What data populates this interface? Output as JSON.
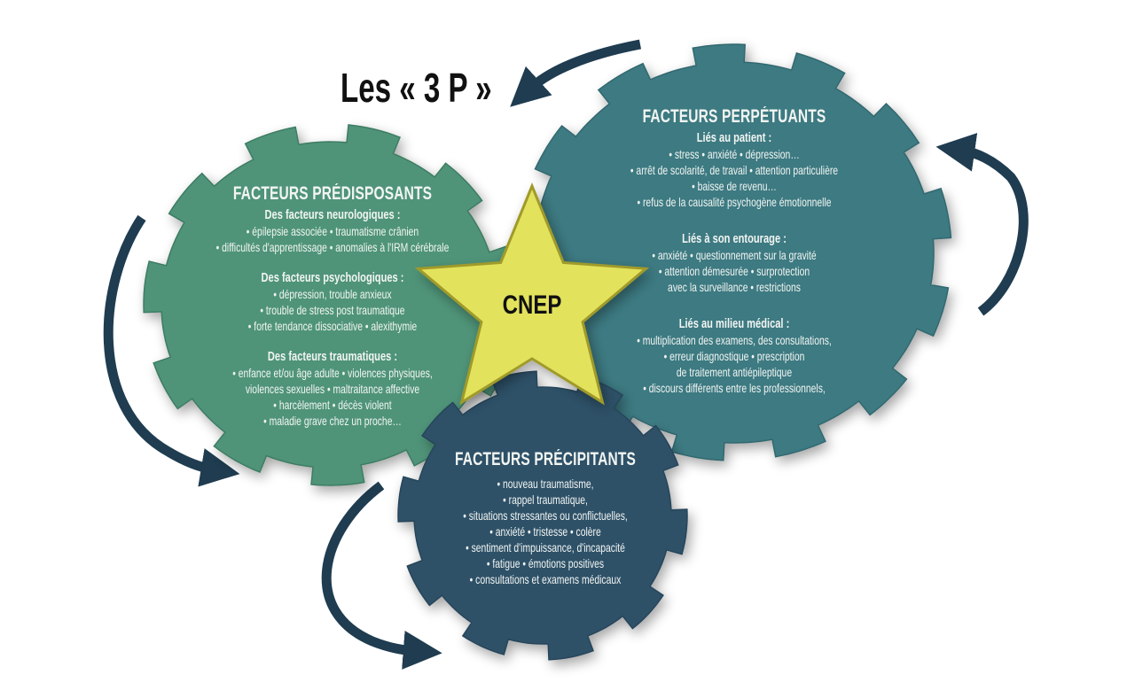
{
  "title": "Les « 3 P »",
  "center_label": "CNEP",
  "colors": {
    "predisposants": "#4f9479",
    "perpetuants": "#3e7a82",
    "precipitants": "#2f5168",
    "star": "#e2e25c",
    "arrow": "#1f3c50"
  },
  "predisposants": {
    "title": "FACTEURS PRÉDISPOSANTS",
    "sections": [
      {
        "heading": "Des facteurs neurologiques :",
        "lines": [
          "• épilepsie associée  • traumatisme crânien",
          "• difficultés d'apprentissage  • anomalies à l'IRM cérébrale"
        ]
      },
      {
        "heading": "Des facteurs psychologiques :",
        "lines": [
          "• dépression, trouble anxieux",
          "• trouble de stress post traumatique",
          "• forte tendance dissociative  • alexithymie"
        ]
      },
      {
        "heading": "Des facteurs traumatiques :",
        "lines": [
          "• enfance et/ou âge adulte  • violences physiques,",
          "violences sexuelles  • maltraitance affective",
          "• harcèlement  • décès violent",
          "• maladie grave chez un proche…"
        ]
      }
    ]
  },
  "perpetuants": {
    "title": "FACTEURS PERPÉTUANTS",
    "sections": [
      {
        "heading": "Liés au patient :",
        "lines": [
          "• stress  • anxiété  • dépression…",
          "• arrêt de scolarité, de travail  • attention particulière",
          "• baisse de revenu…",
          "• refus de la causalité psychogène émotionnelle"
        ]
      },
      {
        "heading": "Liés à son entourage :",
        "lines": [
          "• anxiété  • questionnement sur la gravité",
          "• attention démesurée  • surprotection",
          "avec la surveillance  • restrictions"
        ]
      },
      {
        "heading": "Liés au milieu médical :",
        "lines": [
          "• multiplication des examens, des consultations,",
          "• erreur diagnostique  • prescription",
          "de traitement antiépileptique",
          "• discours différents entre les professionnels,"
        ]
      }
    ]
  },
  "precipitants": {
    "title": "FACTEURS PRÉCIPITANTS",
    "lines": [
      "• nouveau traumatisme,",
      "• rappel traumatique,",
      "• situations stressantes ou conflictuelles,",
      "• anxiété  • tristesse  • colère",
      "• sentiment d'impuissance, d'incapacité",
      "• fatigue  • émotions positives",
      "• consultations et examens médicaux"
    ]
  }
}
